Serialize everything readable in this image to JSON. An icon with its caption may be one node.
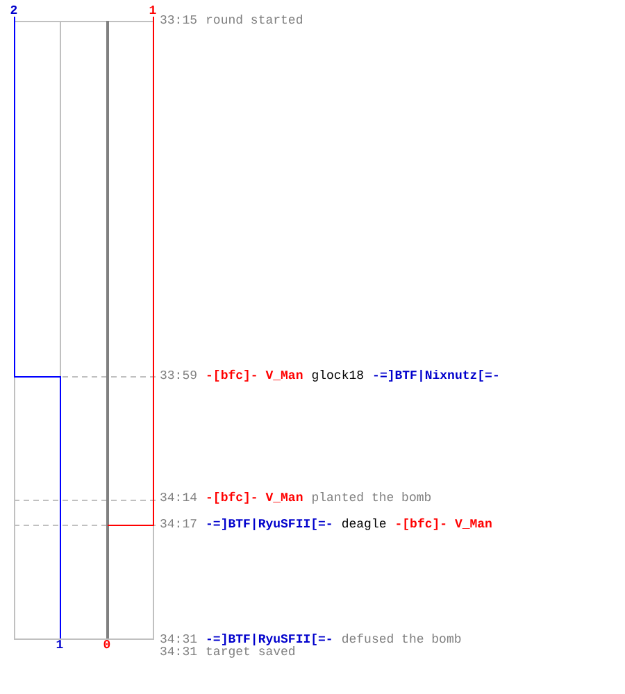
{
  "diagram": {
    "labels": [
      "2",
      "1",
      "33:15",
      "round started",
      "33:59",
      "-[bfc]- V_Man",
      "glock18",
      "-=]BTF|Nixnutz[=-",
      "34:14",
      "-[bfc]- V_Man",
      "planted the bomb",
      "34:17",
      "-=]BTF|RyuSFII[=-",
      "deagle",
      "-[bfc]- V_Man",
      "1",
      "0",
      "34:31",
      "-=]BTF|RyuSFII[=-",
      "defused the bomb",
      "34:31",
      "target saved"
    ]
  }
}
